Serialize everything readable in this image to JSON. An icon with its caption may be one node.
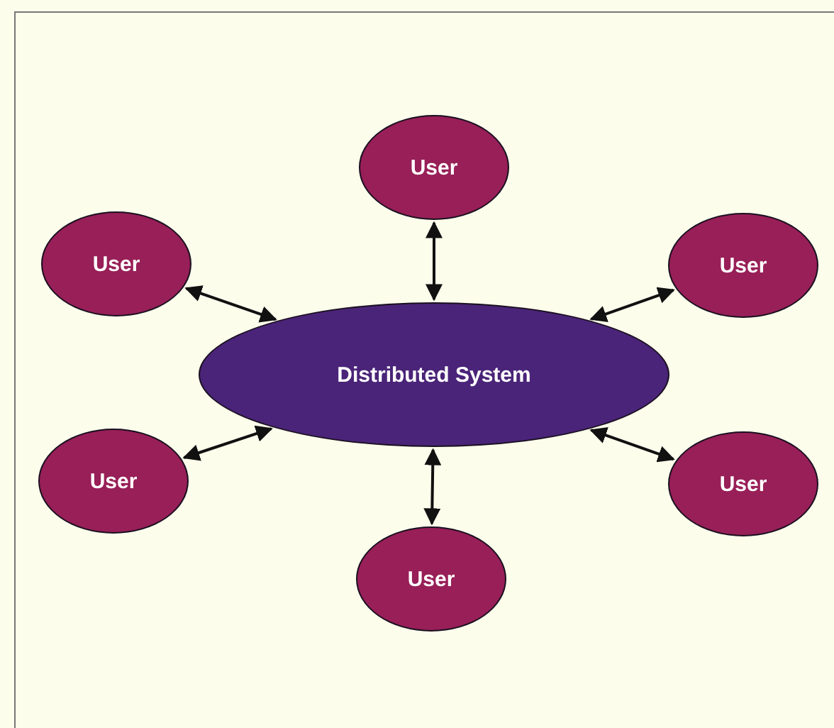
{
  "diagram": {
    "nodes": [
      {
        "text": [
          "User"
        ]
      },
      {
        "text": [
          "User"
        ]
      },
      {
        "text": [
          "User"
        ]
      },
      {
        "text": [
          "Distributed System"
        ]
      },
      {
        "text": [
          "User"
        ]
      },
      {
        "text": [
          "User"
        ]
      },
      {
        "text": [
          "User"
        ]
      }
    ],
    "edges": [
      {
        "from": 3,
        "to": 0,
        "arrow": "both"
      },
      {
        "from": 3,
        "to": 1,
        "arrow": "both"
      },
      {
        "from": 3,
        "to": 2,
        "arrow": "both"
      },
      {
        "from": 3,
        "to": 4,
        "arrow": "both"
      },
      {
        "from": 3,
        "to": 5,
        "arrow": "both"
      },
      {
        "from": 3,
        "to": 6,
        "arrow": "both"
      }
    ]
  }
}
